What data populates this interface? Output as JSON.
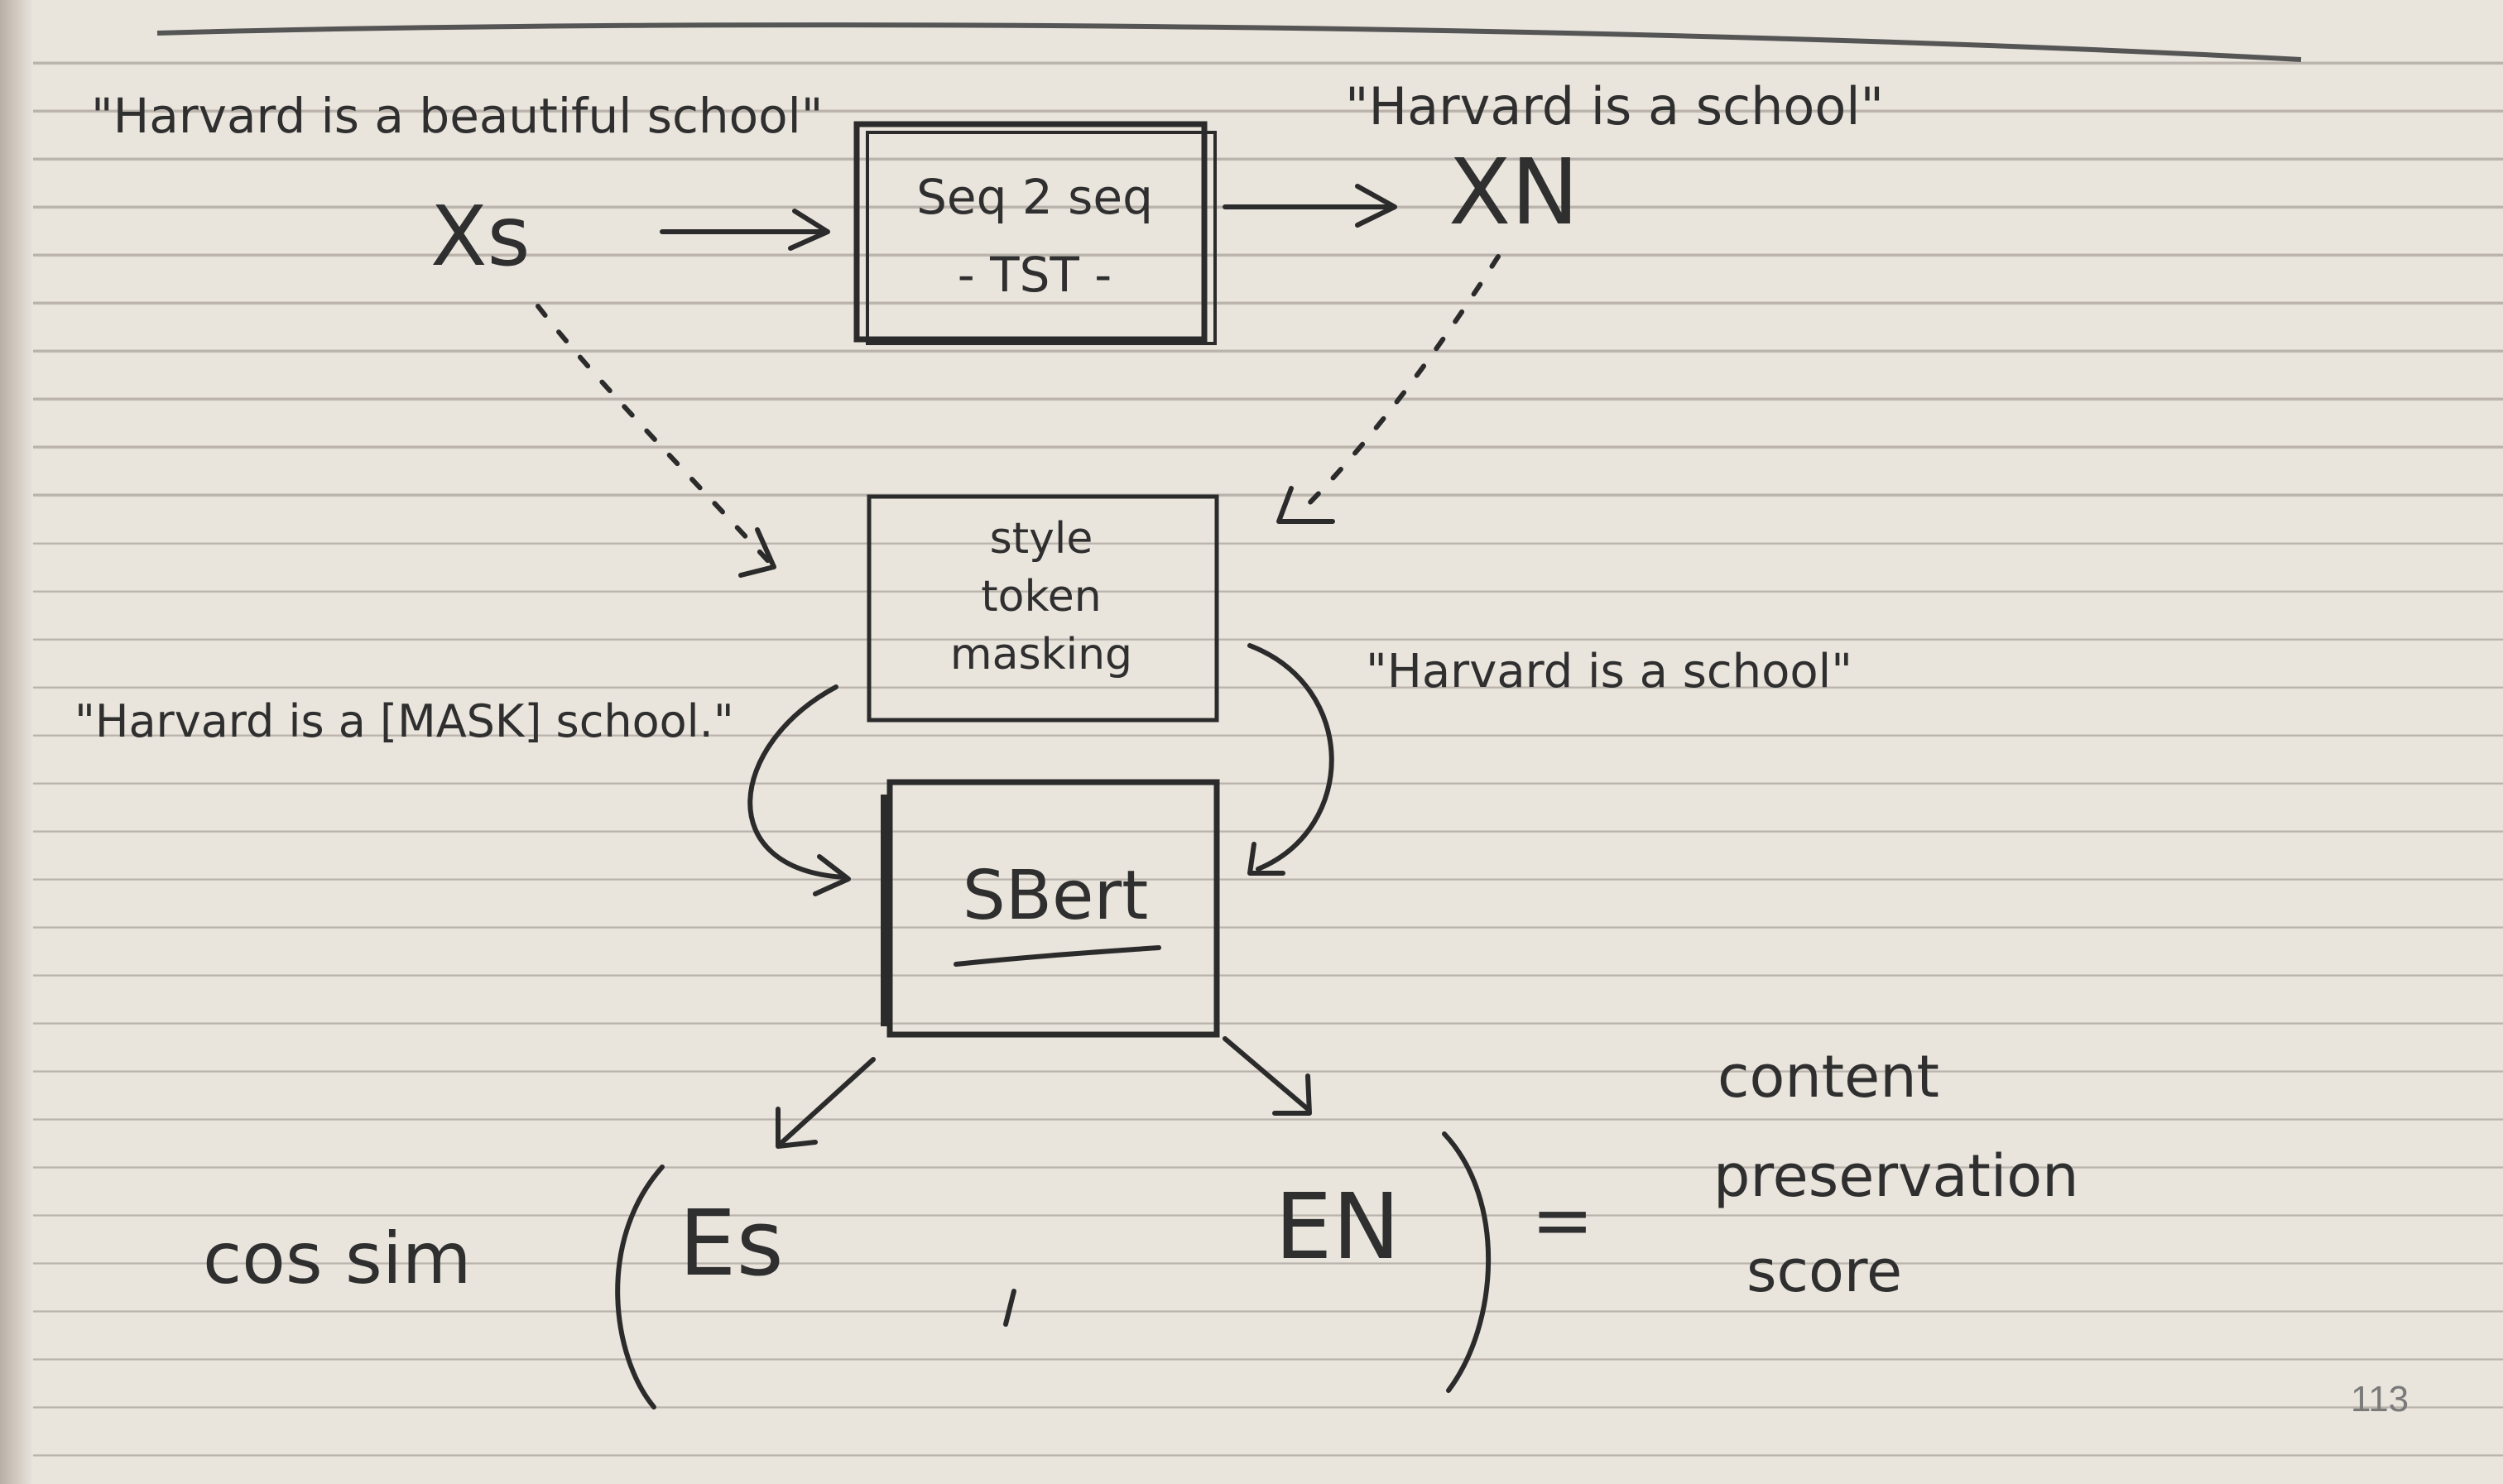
{
  "nodes": {
    "xs_quote": "\"Harvard is a beautiful school\"",
    "xs_label": "Xs",
    "tst_line1": "Seq 2 seq",
    "tst_line2": "- TST -",
    "xn_quote": "\"Harvard is a school\"",
    "xn_label": "XN",
    "masking_line1": "style",
    "masking_line2": "token",
    "masking_line3": "masking",
    "masked_quote": "\"Harvard is a [MASK] school.\"",
    "unmasked_quote": "\"Harvard is a school\"",
    "sbert_label": "SBert",
    "cos_sim": "cos sim",
    "es_label": "Es",
    "en_label": "EN",
    "equals": "=",
    "result_line1": "content",
    "result_line2": "preservation",
    "result_line3": "score"
  },
  "page_number": "113"
}
